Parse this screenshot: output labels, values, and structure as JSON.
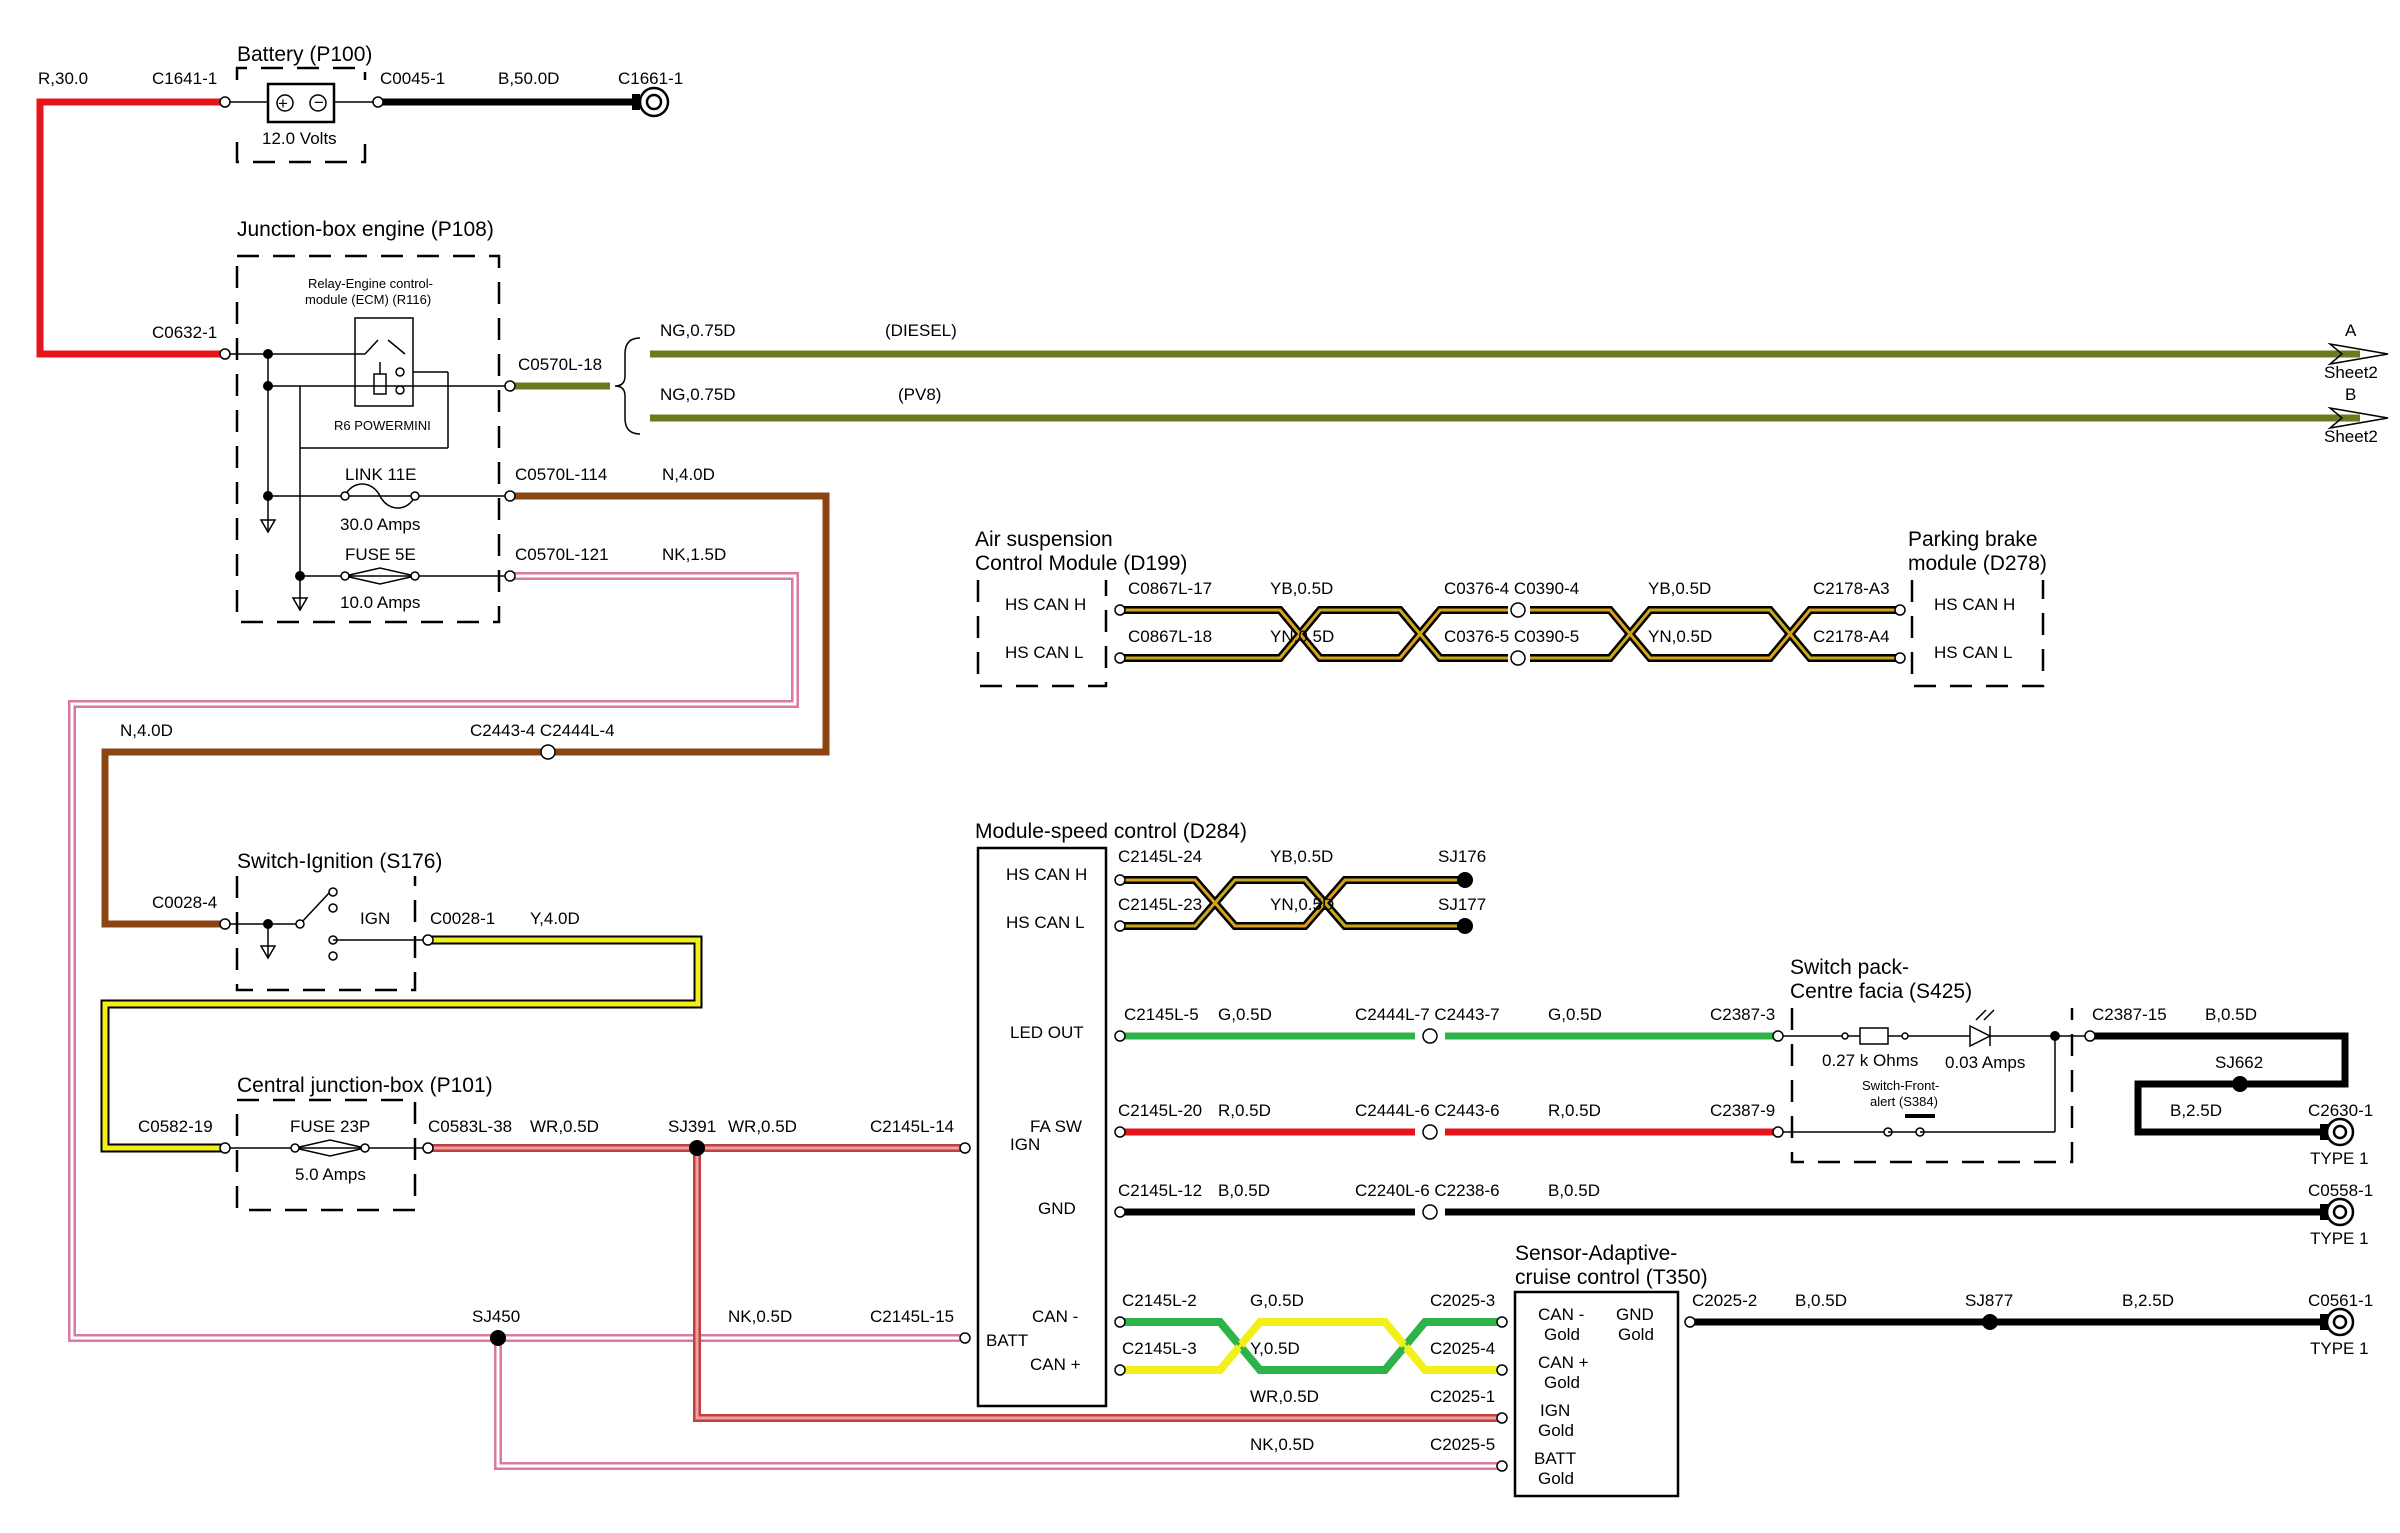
{
  "colors": {
    "R": "#e8141b",
    "B": "#000000",
    "N": "#8b4513",
    "NG": "#6b7a1e",
    "NK": "#d97aa3",
    "NK_core": "#ffffff",
    "Y": "#f2ef1a",
    "G": "#2db34a",
    "YB": "#d9a018",
    "YN": "#c8a818",
    "WR": "#f0a0a0",
    "canH": "#d9a018"
  },
  "battery": {
    "title": "Battery (P100)",
    "volts": "12.0 Volts",
    "pin_left": "C1641-1",
    "pin_right": "C0045-1",
    "wire_left": "R,30.0",
    "wire_right": "B,50.0D",
    "ground_pin": "C1661-1"
  },
  "jb_engine": {
    "title": "Junction-box engine (P108)",
    "relay_label_1": "Relay-Engine control-",
    "relay_label_2": "module (ECM) (R116)",
    "relay_type": "R6 POWERMINI",
    "input_pin": "C0632-1",
    "out_pin_18": "C0570L-18",
    "link_name": "LINK 11E",
    "link_amps": "30.0 Amps",
    "fuse_name": "FUSE 5E",
    "fuse_amps": "10.0 Amps",
    "pin_114": "C0570L-114",
    "pin_121": "C0570L-121",
    "wire_114": "N,4.0D",
    "wire_121": "NK,1.5D"
  },
  "sheet_refs": [
    {
      "wire": "NG,0.75D",
      "note": "(DIESEL)",
      "letter": "A",
      "sheet": "Sheet2"
    },
    {
      "wire": "NG,0.75D",
      "note": "(PV8)",
      "letter": "B",
      "sheet": "Sheet2"
    }
  ],
  "n_feed": {
    "wire": "N,4.0D",
    "connector": "C2443-4 C2444L-4"
  },
  "ignition": {
    "title": "Switch-Ignition (S176)",
    "label": "IGN",
    "pin_in": "C0028-4",
    "pin_out": "C0028-1",
    "wire_out": "Y,4.0D"
  },
  "central_jb": {
    "title": "Central junction-box (P101)",
    "fuse_name": "FUSE 23P",
    "fuse_amps": "5.0 Amps",
    "pin_in": "C0582-19",
    "pin_out": "C0583L-38",
    "wire_out": "WR,0.5D",
    "splice": "SJ391",
    "splice_wire": "WR,0.5D",
    "target_pin": "C2145L-14"
  },
  "air_susp": {
    "title_1": "Air suspension",
    "title_2": "Control Module (D199)",
    "can_h": "HS CAN H",
    "can_l": "HS CAN L",
    "pin_h": "C0867L-17",
    "pin_l": "C0867L-18",
    "wire_h": "YB,0.5D",
    "wire_l": "YN,0.5D",
    "inline_h": "C0376-4 C0390-4",
    "inline_l": "C0376-5 C0390-5",
    "wire_h2": "YB,0.5D",
    "wire_l2": "YN,0.5D",
    "dest_pin_h": "C2178-A3",
    "dest_pin_l": "C2178-A4"
  },
  "parking_brake": {
    "title_1": "Parking brake",
    "title_2": "module (D278)",
    "can_h": "HS CAN H",
    "can_l": "HS CAN L"
  },
  "speed_module": {
    "title": "Module-speed control (D284)",
    "labels": {
      "can_h": "HS CAN H",
      "can_l": "HS CAN L",
      "led_out": "LED OUT",
      "fa_sw": "FA SW",
      "ign": "IGN",
      "gnd": "GND",
      "batt": "BATT",
      "can_minus": "CAN -",
      "can_plus": "CAN +"
    },
    "pins": {
      "p24": "C2145L-24",
      "p23": "C2145L-23",
      "p5": "C2145L-5",
      "p20": "C2145L-20",
      "p12": "C2145L-12",
      "p15": "C2145L-15",
      "p2": "C2145L-2",
      "p3": "C2145L-3"
    },
    "wires": {
      "yb": "YB,0.5D",
      "yn": "YN,0.5D",
      "g1": "G,0.5D",
      "r1": "R,0.5D",
      "b1": "B,0.5D",
      "g2": "G,0.5D",
      "y2": "Y,0.5D",
      "wr": "WR,0.5D",
      "nk": "NK,0.5D",
      "nk15": "NK,0.5D"
    },
    "splices": {
      "sj176": "SJ176",
      "sj177": "SJ177"
    }
  },
  "inline_connectors": {
    "led": "C2444L-7 C2443-7",
    "led_wire2": "G,0.5D",
    "fa": "C2444L-6 C2443-6",
    "fa_wire2": "R,0.5D",
    "gnd": "C2240L-6 C2238-6",
    "gnd_wire2": "B,0.5D"
  },
  "switch_pack": {
    "title_1": "Switch pack-",
    "title_2": "Centre facia (S425)",
    "pin_3": "C2387-3",
    "pin_9": "C2387-9",
    "pin_15": "C2387-15",
    "resistor": "0.27 k Ohms",
    "led_amps": "0.03 Amps",
    "switch_1": "Switch-Front-",
    "switch_2": "alert (S384)",
    "out_wire": "B,0.5D",
    "splice": "SJ662",
    "ground_wire": "B,2.5D"
  },
  "grounds": [
    {
      "pin": "C2630-1",
      "type": "TYPE 1"
    },
    {
      "pin": "C0558-1",
      "type": "TYPE 1"
    },
    {
      "pin": "C0561-1",
      "type": "TYPE 1"
    }
  ],
  "sensor": {
    "title_1": "Sensor-Adaptive-",
    "title_2": "cruise control (T350)",
    "can_minus_1": "CAN -",
    "can_minus_2": "Gold",
    "can_plus_1": "CAN +",
    "can_plus_2": "Gold",
    "ign_1": "IGN",
    "ign_2": "Gold",
    "batt_1": "BATT",
    "batt_2": "Gold",
    "gnd_1": "GND",
    "gnd_2": "Gold",
    "pin_3": "C2025-3",
    "pin_4": "C2025-4",
    "pin_1": "C2025-1",
    "pin_5": "C2025-5",
    "pin_2": "C2025-2",
    "out_wire": "B,0.5D",
    "splice": "SJ877",
    "ground_wire": "B,2.5D"
  },
  "sj450": "SJ450"
}
